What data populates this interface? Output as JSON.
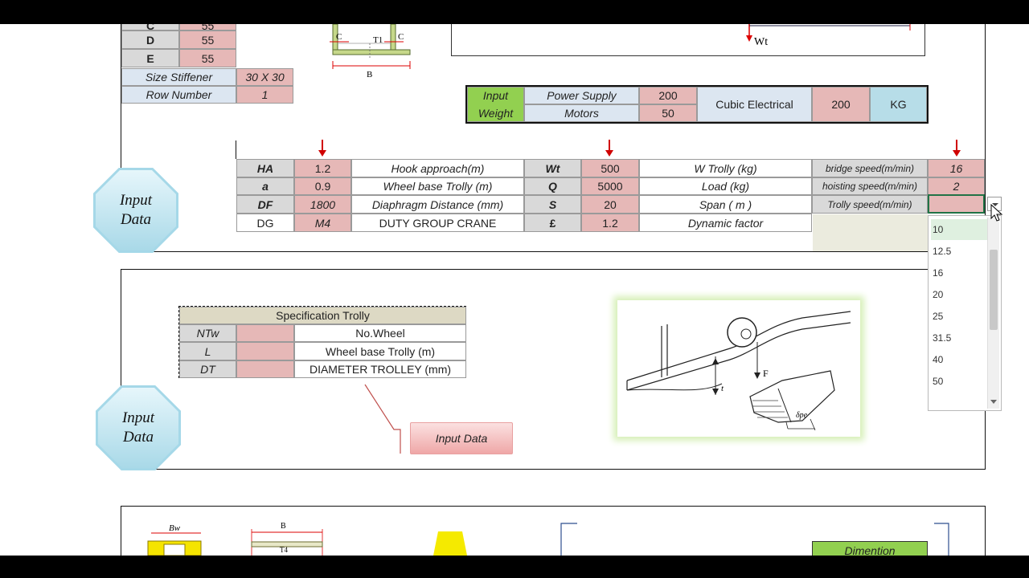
{
  "top_table": {
    "rows": [
      {
        "label": "C",
        "value": "55"
      },
      {
        "label": "D",
        "value": "55"
      },
      {
        "label": "E",
        "value": "55"
      }
    ],
    "size_stiffener": {
      "label": "Size Stiffener",
      "value": "30 X 30"
    },
    "row_number": {
      "label": "Row Number",
      "value": "1"
    }
  },
  "section_drawing": {
    "c_left": "C",
    "t1": "T1",
    "c_right": "C",
    "b": "B"
  },
  "load_diagram": {
    "wt": "Wt"
  },
  "input_weight": {
    "title_line1": "Input",
    "title_line2": "Weight",
    "power_supply_label": "Power Supply",
    "power_supply_value": "200",
    "motors_label": "Motors",
    "motors_value": "50",
    "cubic_label": "Cubic Electrical",
    "cubic_value": "200",
    "unit": "KG"
  },
  "main_table": {
    "rows": [
      {
        "k1": "HA",
        "v1": "1.2",
        "d1": "Hook approach(m)",
        "k2": "Wt",
        "v2": "500",
        "d2": "W Trolly (kg)",
        "d3": "bridge speed(m/min)",
        "v3": "16"
      },
      {
        "k1": "a",
        "v1": "0.9",
        "d1": "Wheel base Trolly (m)",
        "k2": "Q",
        "v2": "5000",
        "d2": "Load (kg)",
        "d3": "hoisting speed(m/min)",
        "v3": "2"
      },
      {
        "k1": "DF",
        "v1": "1800",
        "d1": "Diaphragm Distance (mm)",
        "k2": "S",
        "v2": "20",
        "d2": "Span ( m )",
        "d3": "Trolly speed(m/min)",
        "v3": ""
      },
      {
        "k1": "DG",
        "v1": "M4",
        "d1": "DUTY GROUP CRANE",
        "k2": "£",
        "v2": "1.2",
        "d2": "Dynamic factor"
      }
    ]
  },
  "input_data_badge_1": {
    "line1": "Input",
    "line2": "Data"
  },
  "input_data_badge_2": {
    "line1": "Input",
    "line2": "Data"
  },
  "spec_trolly": {
    "title": "Specification Trolly",
    "rows": [
      {
        "k": "NTw",
        "desc": "No.Wheel"
      },
      {
        "k": "L",
        "desc": "Wheel base Trolly (m)"
      },
      {
        "k": "DT",
        "desc": "DIAMETER TROLLEY (mm)"
      }
    ]
  },
  "callout_button": {
    "label": "Input Data"
  },
  "trolley_figure": {
    "f_label": "F",
    "t_label": "t",
    "delta_label": "δpe"
  },
  "dropdown": {
    "options": [
      "10",
      "12.5",
      "16",
      "20",
      "25",
      "31.5",
      "40",
      "50"
    ],
    "selected": "10"
  },
  "bottom_section": {
    "bw_label": "Bw",
    "b_label": "B",
    "t4_label": "T4",
    "dimension_label": "Dimention"
  }
}
